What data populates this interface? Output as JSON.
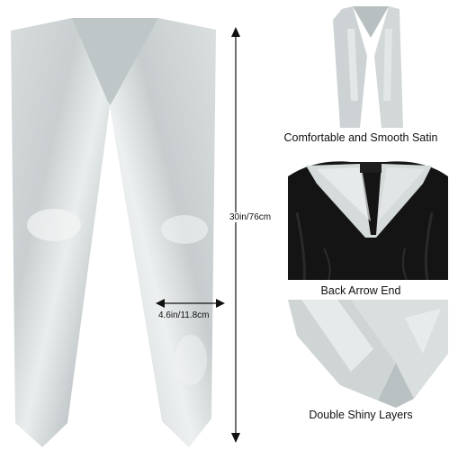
{
  "colors": {
    "satin": "#cfd5d6",
    "satin_highlight": "#eef1f1",
    "satin_shadow": "#a9b0b2",
    "gown": "#141414",
    "text": "#111111"
  },
  "dimensions": {
    "length_label": "30in/76cm",
    "width_label": "4.6in/11.8cm"
  },
  "captions": [
    "Comfortable and Smooth Satin",
    "Back Arrow End",
    "Double Shiny Layers"
  ]
}
